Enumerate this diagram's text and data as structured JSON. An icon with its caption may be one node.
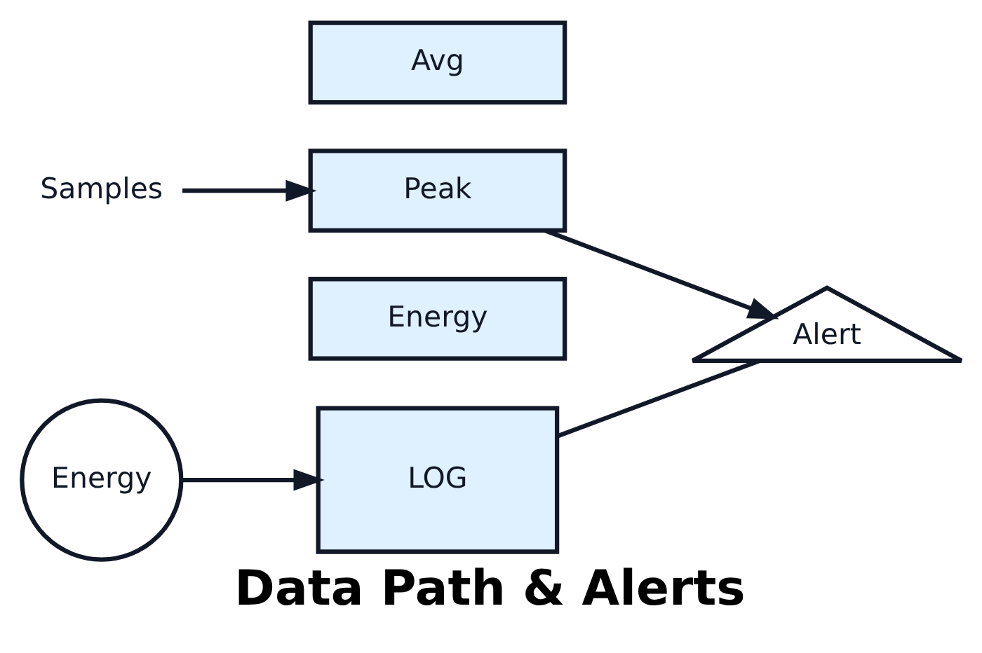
{
  "diagram": {
    "title": "Data Path & Alerts",
    "nodes": [
      {
        "text": [
          "Samples"
        ]
      },
      {
        "text": [
          "Avg"
        ]
      },
      {
        "text": [
          "Peak"
        ]
      },
      {
        "text": [
          "Energy"
        ]
      },
      {
        "text": [
          "Alert"
        ]
      },
      {
        "text": [
          "Energy"
        ]
      },
      {
        "text": [
          "LOG"
        ]
      }
    ],
    "edges": [
      {
        "from": 0,
        "to": 2,
        "arrow": "to"
      },
      {
        "from": 2,
        "to": 4,
        "arrow": "to"
      },
      {
        "from": 5,
        "to": 6,
        "arrow": "to"
      },
      {
        "from": 6,
        "to": 4,
        "arrow": "none"
      }
    ]
  }
}
